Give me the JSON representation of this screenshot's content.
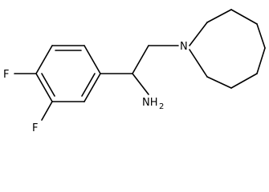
{
  "structure": {
    "atoms": {
      "F1": "F",
      "F2": "F",
      "N_ring": "N",
      "amine_main": "NH",
      "amine_sub": "2"
    },
    "colors": {
      "bond": "#000000",
      "text": "#000000",
      "background": "#ffffff"
    }
  }
}
